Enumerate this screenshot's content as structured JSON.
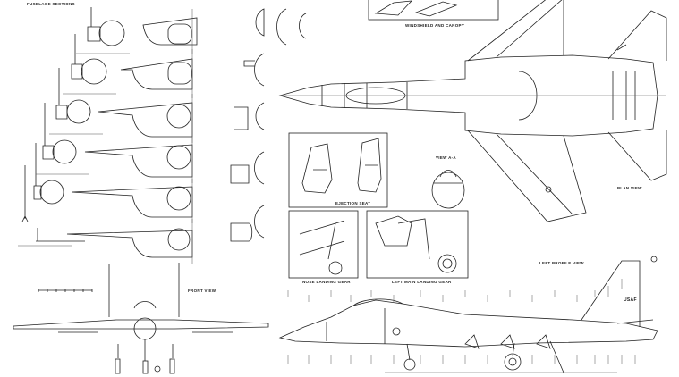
{
  "labels": {
    "fuselage_sections": "FUSELAGE SECTIONS",
    "windshield_canopy": "WINDSHIELD AND CANOPY",
    "ejection_seat": "EJECTION SEAT",
    "view_aa": "VIEW A-A",
    "nose_gear": "NOSE LANDING GEAR",
    "main_gear": "LEFT MAIN LANDING GEAR",
    "left_profile": "LEFT PROFILE VIEW",
    "plan_view": "PLAN VIEW",
    "front_view": "FRONT VIEW",
    "tail_marking": "USAF"
  },
  "colors": {
    "ink": "#222222",
    "paper": "#ffffff"
  }
}
